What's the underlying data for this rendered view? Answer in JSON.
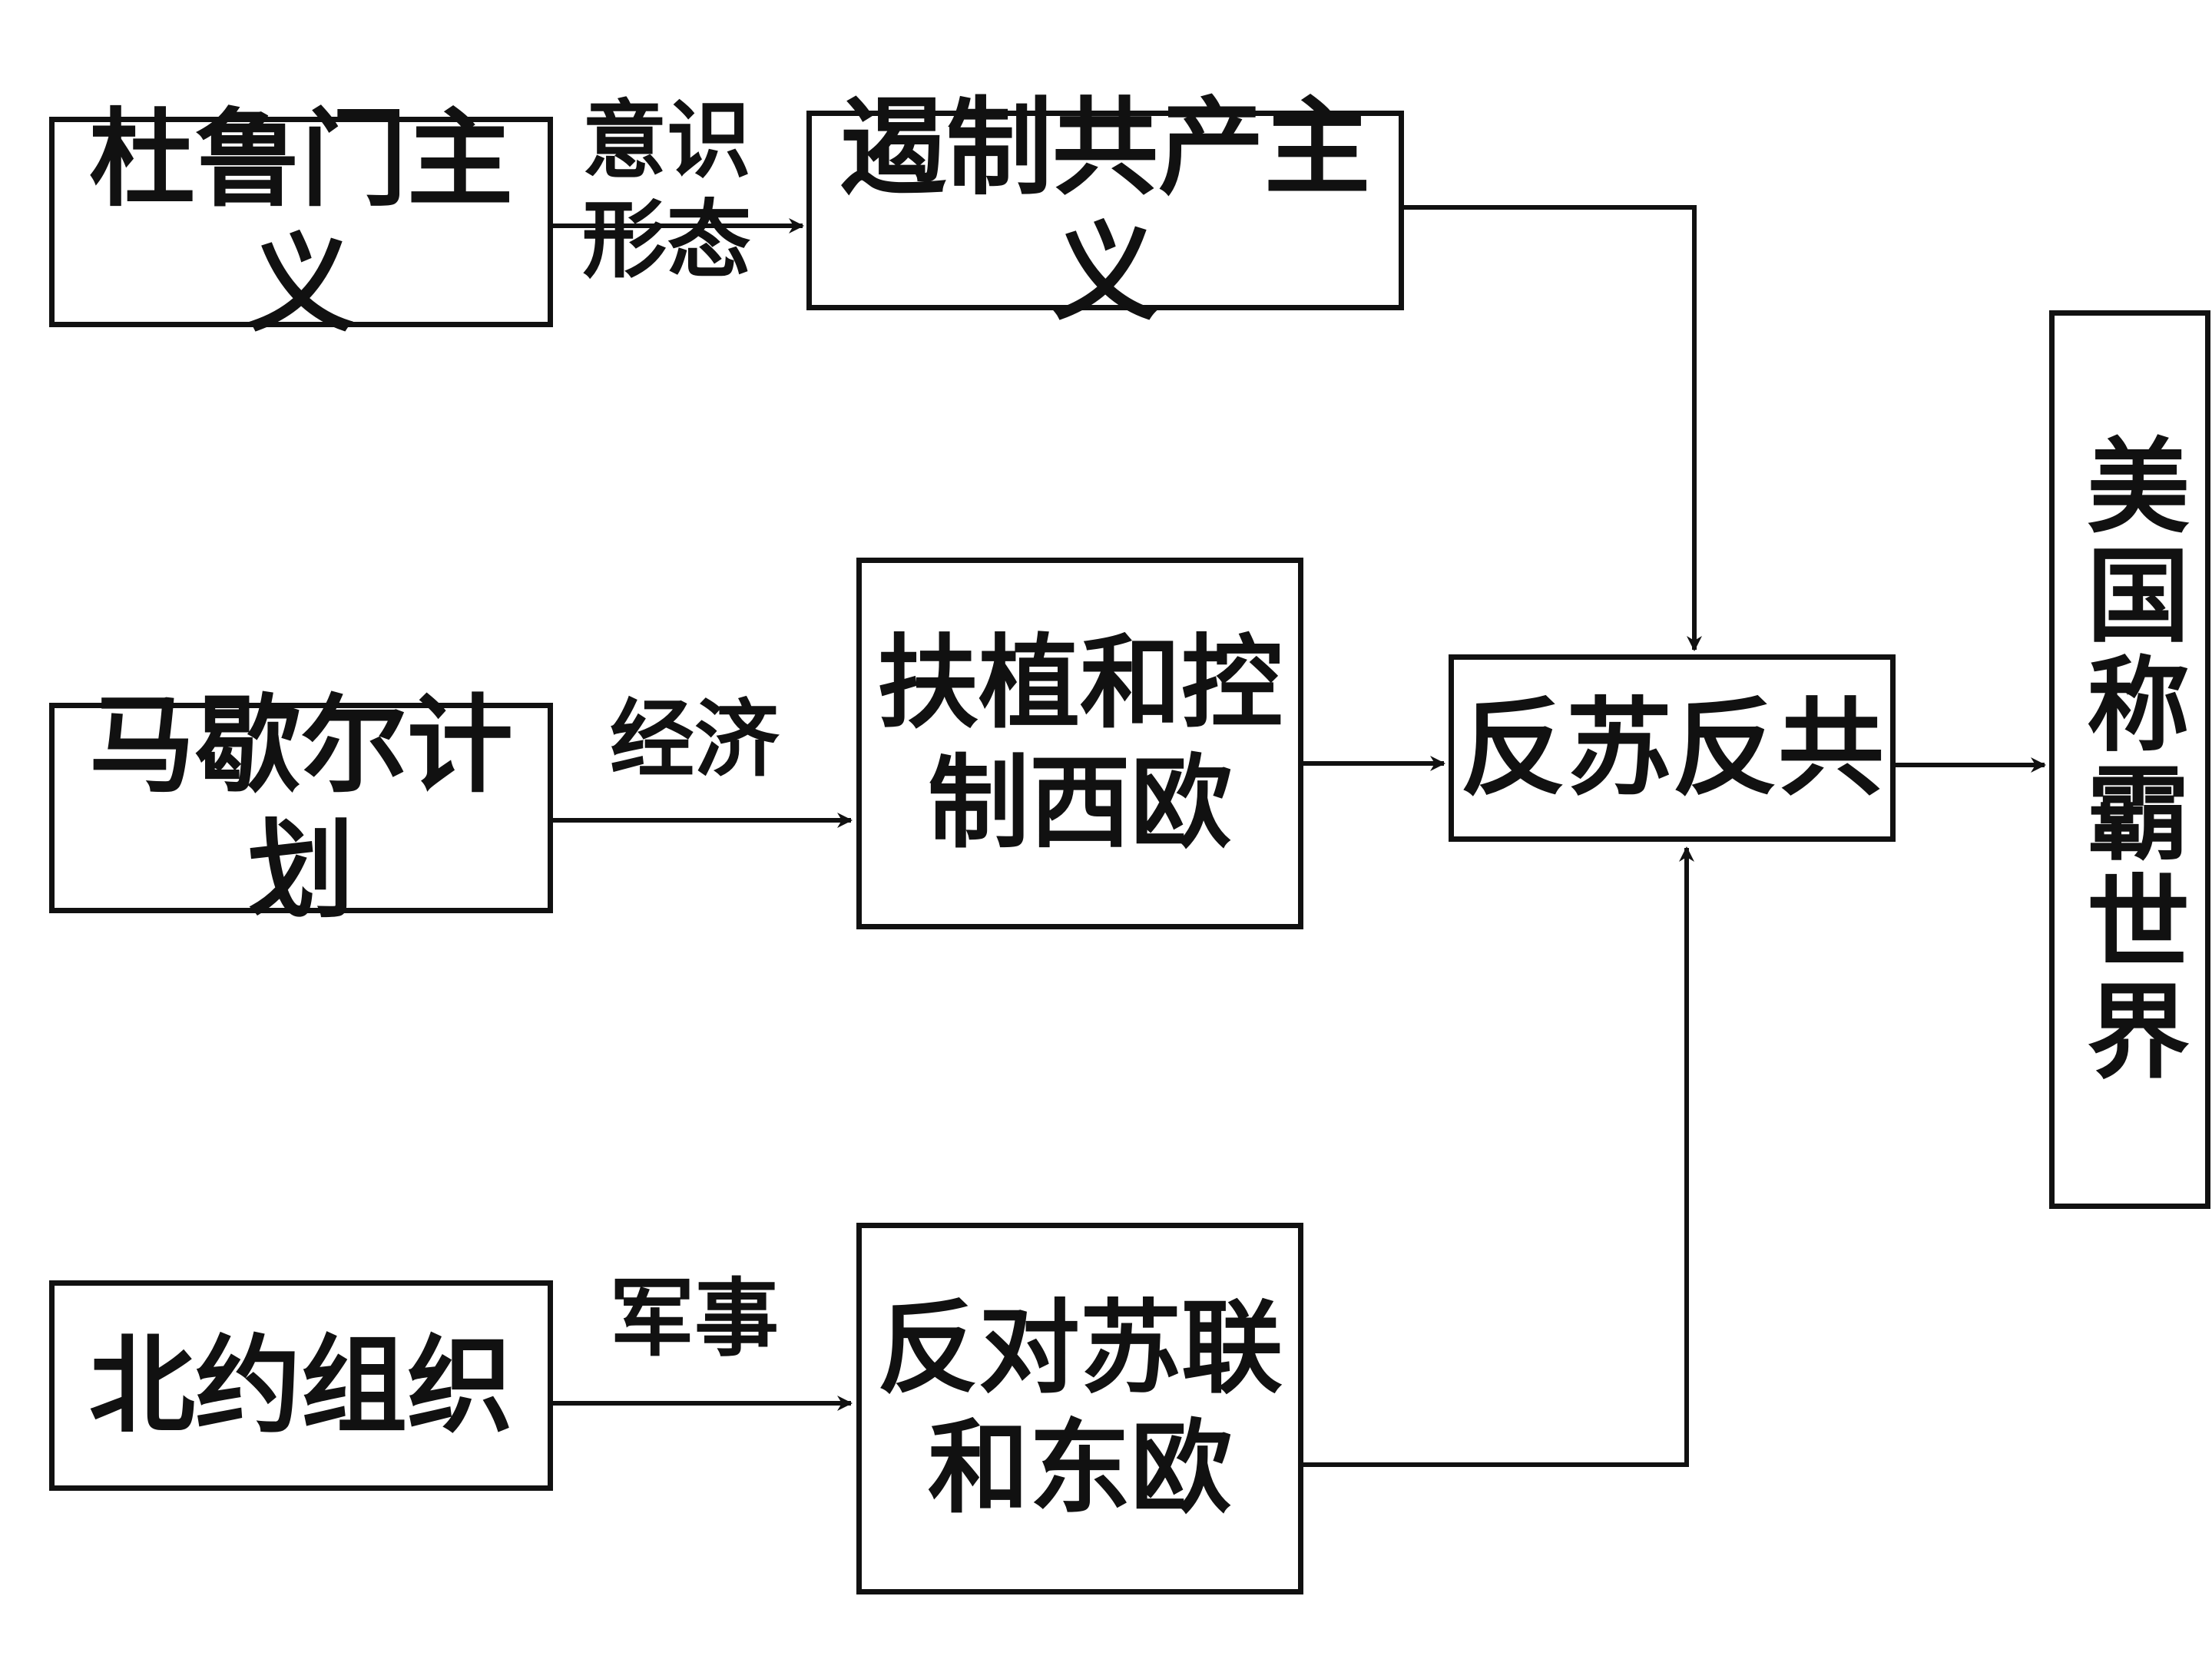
{
  "diagram": {
    "nodes": {
      "truman": "杜鲁门主义",
      "containment": "遏制共产主义",
      "marshall": "马歇尔计划",
      "control_west": "扶植和控\n制西欧",
      "nato": "北约组织",
      "oppose_soviet": "反对苏联\n和东欧",
      "anti_soviet": "反苏反共",
      "hegemony": "美国称霸世界"
    },
    "edge_labels": {
      "ideology": "意识\n形态",
      "economy": "经济",
      "military": "军事"
    },
    "colors": {
      "line": "#111111",
      "background": "#ffffff",
      "text": "#111111"
    }
  }
}
